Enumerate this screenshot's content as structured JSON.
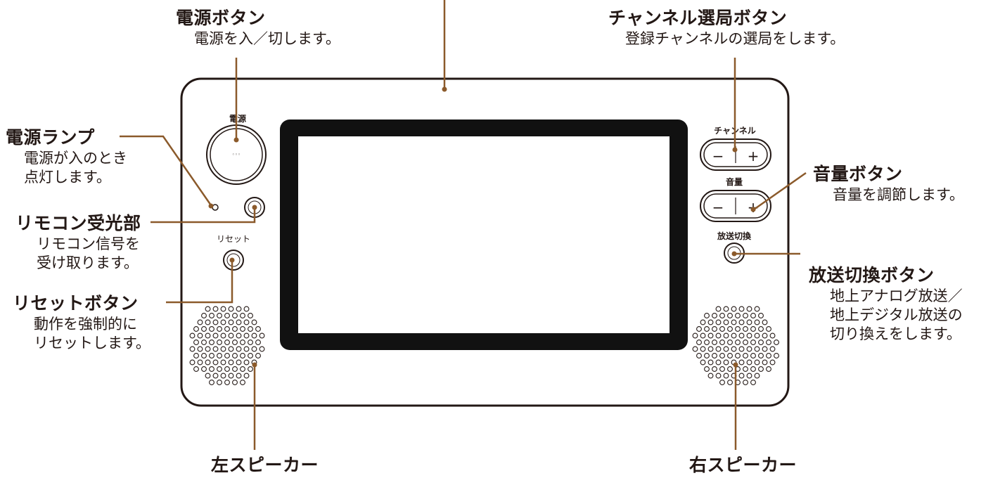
{
  "colors": {
    "leader_line": "#8b5a2b",
    "text": "#231815",
    "screen_frame": "#111111",
    "body_outline": "#231815"
  },
  "device_labels": {
    "power": "電源",
    "channel": "チャンネル",
    "volume": "音量",
    "reset": "リセット",
    "source": "放送切換",
    "minus": "−",
    "plus": "+",
    "power_dots": "◦◦◦"
  },
  "callouts": {
    "power_button": {
      "title": "電源ボタン",
      "desc": [
        "電源を入／切します。"
      ]
    },
    "channel_button": {
      "title": "チャンネル選局ボタン",
      "desc": [
        "登録チャンネルの選局をします。"
      ]
    },
    "power_lamp": {
      "title": "電源ランプ",
      "desc": [
        "電源が入のとき",
        "点灯します。"
      ]
    },
    "remote_sensor": {
      "title": "リモコン受光部",
      "desc": [
        "リモコン信号を",
        "受け取ります。"
      ]
    },
    "reset_button": {
      "title": "リセットボタン",
      "desc": [
        "動作を強制的に",
        "リセットします。"
      ]
    },
    "volume_button": {
      "title": "音量ボタン",
      "desc": [
        "音量を調節します。"
      ]
    },
    "source_button": {
      "title": "放送切換ボタン",
      "desc": [
        "地上アナログ放送／",
        "地上デジタル放送の",
        "切り換えをします。"
      ]
    },
    "left_speaker": {
      "title": "左スピーカー"
    },
    "right_speaker": {
      "title": "右スピーカー"
    }
  }
}
